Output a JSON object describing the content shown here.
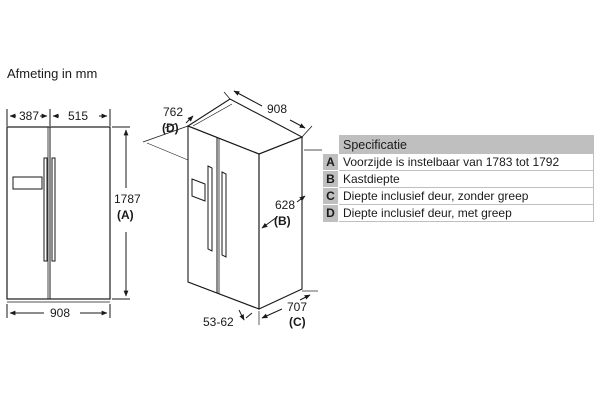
{
  "title": "Afmeting in mm",
  "front_view": {
    "width_left": "387",
    "width_right": "515",
    "height": "1787",
    "height_ref": "(A)",
    "total_width": "908"
  },
  "iso_view": {
    "depth_door": "762",
    "depth_door_ref": "(D)",
    "top_width": "908",
    "side_depth": "628",
    "side_depth_ref": "(B)",
    "bottom_depth": "707",
    "bottom_depth_ref": "(C)",
    "gap": "53-62"
  },
  "spec_table": {
    "header": "Specificatie",
    "rows": [
      {
        "key": "A",
        "text": "Voorzijde is instelbaar van 1783 tot 1792"
      },
      {
        "key": "B",
        "text": "Kastdiepte"
      },
      {
        "key": "C",
        "text": "Diepte inclusief deur, zonder greep"
      },
      {
        "key": "D",
        "text": "Diepte inclusief deur, met greep"
      }
    ]
  },
  "colors": {
    "line": "#1a1a1a",
    "table_fill": "#bfbfbf"
  }
}
